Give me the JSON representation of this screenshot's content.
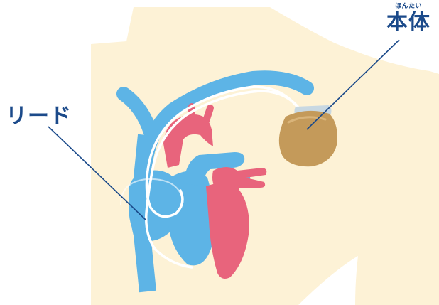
{
  "labels": {
    "lead": "リード",
    "body": "本体",
    "body_ruby": "ほんたい"
  },
  "colors": {
    "skin": "#fdf2d6",
    "vein_blue": "#5db4e6",
    "artery_red": "#e8647c",
    "device_brown": "#c49a5a",
    "device_cap": "#c8d8e2",
    "lead_wire": "#ffffff",
    "leader_line": "#1b4a8a",
    "label_text": "#1b4a8a"
  }
}
